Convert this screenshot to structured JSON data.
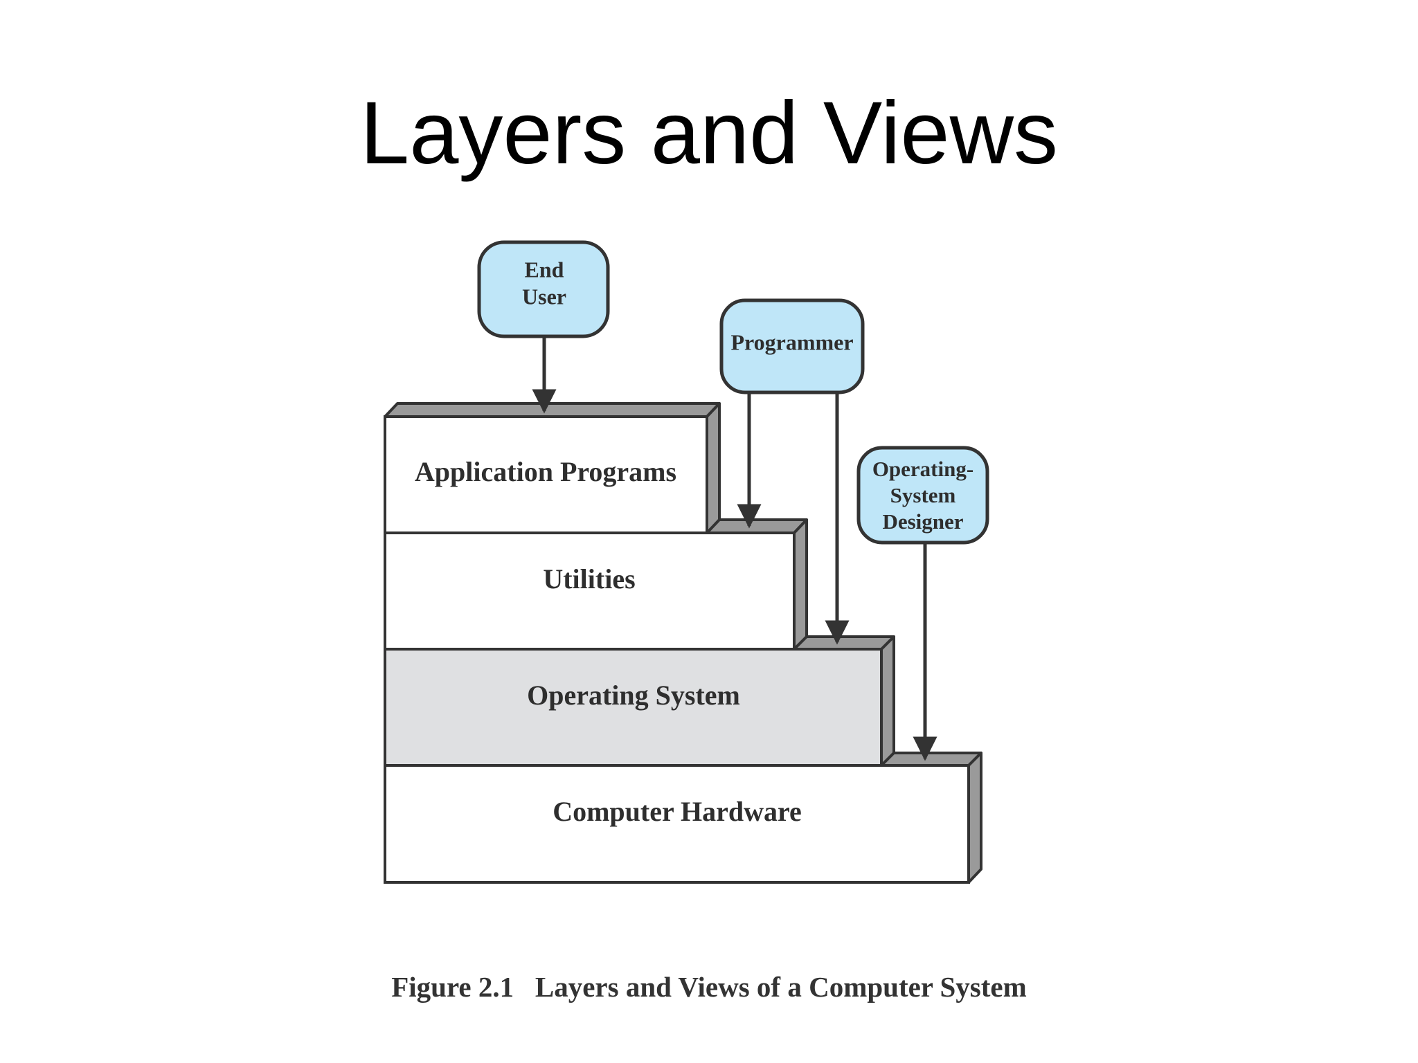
{
  "slide": {
    "title": "Layers and Views"
  },
  "layers": [
    {
      "label": "Application Programs",
      "fill": "#ffffff"
    },
    {
      "label": "Utilities",
      "fill": "#ffffff"
    },
    {
      "label": "Operating System",
      "fill": "#dfe0e2"
    },
    {
      "label": "Computer Hardware",
      "fill": "#ffffff"
    }
  ],
  "users": {
    "end_user": {
      "line1": "End",
      "line2": "User"
    },
    "programmer": {
      "line1": "Programmer"
    },
    "os_designer": {
      "line1": "Operating-",
      "line2": "System",
      "line3": "Designer"
    }
  },
  "caption": {
    "number": "Figure 2.1",
    "text": "Layers and Views of a Computer System"
  },
  "colors": {
    "user_box_fill": "#bfe6f8",
    "outline": "#333333",
    "ledge_fill": "#9a9a9a",
    "os_layer_fill": "#dfe0e2"
  }
}
